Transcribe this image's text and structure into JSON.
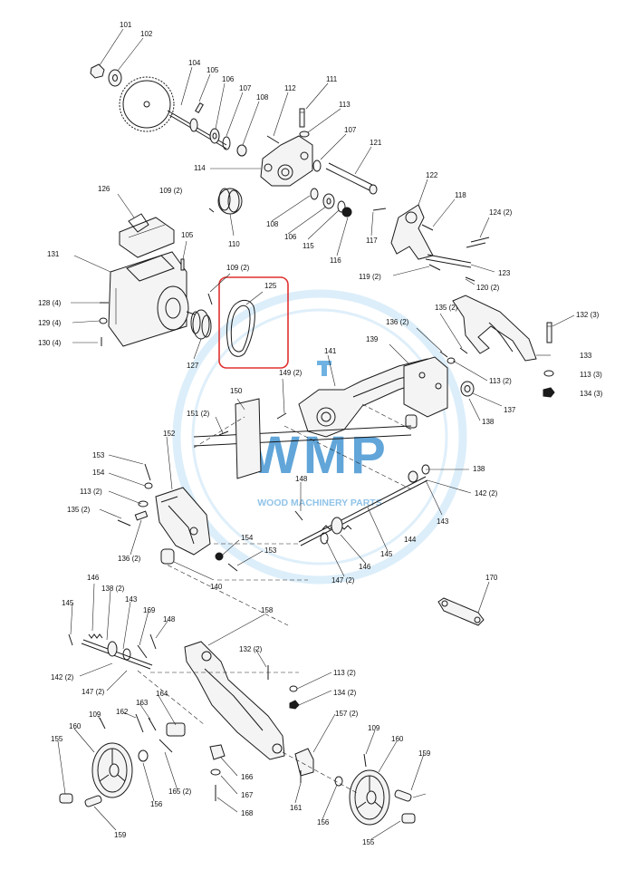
{
  "watermark": {
    "brand": "WMP",
    "tagline": "WOOD MACHINERY PARTS",
    "ring_color": "#bfe0f5",
    "text_color": "#3a8fd0"
  },
  "highlight": {
    "part": "125",
    "color": "#e03030"
  },
  "labels": {
    "101": "101",
    "102": "102",
    "104": "104",
    "105a": "105",
    "106a": "106",
    "107a": "107",
    "108a": "108",
    "112": "112",
    "111": "111",
    "113a": "113",
    "107b": "107",
    "121": "121",
    "114": "114",
    "109a": "109 (2)",
    "108b": "108",
    "106b": "106",
    "115": "115",
    "116": "116",
    "110": "110",
    "126": "126",
    "122": "122",
    "118": "118",
    "124": "124 (2)",
    "117": "117",
    "123": "123",
    "119": "119 (2)",
    "120": "120 (2)",
    "131": "131",
    "105b": "105",
    "109b": "109 (2)",
    "125": "125",
    "128": "128 (4)",
    "129": "129 (4)",
    "130": "130 (4)",
    "127": "127",
    "135a": "135 (2)",
    "136a": "136 (2)",
    "132a": "132 (3)",
    "133": "133",
    "113b": "113 (3)",
    "134a": "134 (3)",
    "139": "139",
    "141": "141",
    "149": "149 (2)",
    "113c": "113 (2)",
    "137": "137",
    "138a": "138",
    "150": "150",
    "151": "151 (2)",
    "152": "152",
    "153a": "153",
    "154a": "154",
    "113d": "113 (2)",
    "135b": "135 (2)",
    "136b": "136 (2)",
    "138b": "138",
    "142a": "142 (2)",
    "143a": "143",
    "148a": "148",
    "154b": "154",
    "153b": "153",
    "140": "140",
    "144": "144",
    "146a": "146",
    "145b": "145",
    "147a": "147 (2)",
    "170": "170",
    "146b": "146",
    "138c": "138 (2)",
    "143b": "143",
    "145a": "145",
    "169": "169",
    "148b": "148",
    "158": "158",
    "142b": "142 (2)",
    "147b": "147 (2)",
    "132b": "132 (2)",
    "113e": "113 (2)",
    "134b": "134 (2)",
    "109c": "109",
    "160a": "160",
    "162": "162",
    "163": "163",
    "164": "164",
    "157": "157 (2)",
    "109d": "109",
    "160b": "160",
    "159a": "159",
    "155a": "155",
    "166": "166",
    "165": "165 (2)",
    "156a": "156",
    "167": "167",
    "168": "168",
    "161": "161",
    "156b": "156",
    "155b": "155",
    "159b": "159"
  }
}
